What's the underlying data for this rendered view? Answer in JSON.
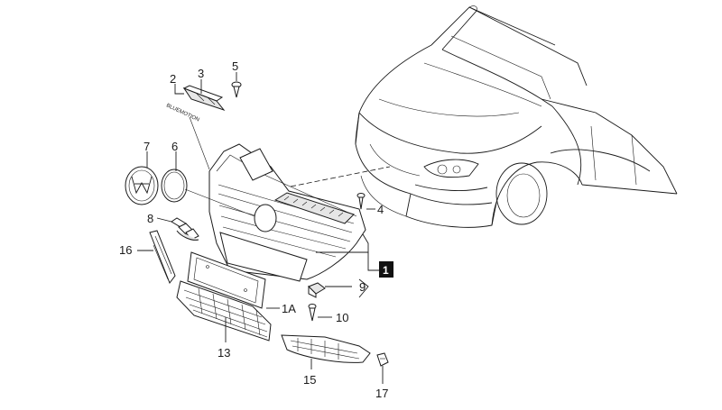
{
  "diagram": {
    "callouts": {
      "p1": "1",
      "p1a": "1A",
      "p2": "2",
      "p3": "3",
      "p4": "4",
      "p5": "5",
      "p6": "6",
      "p7": "7",
      "p8": "8",
      "p9": "9",
      "p10": "10",
      "p13": "13",
      "p15": "15",
      "p16": "16",
      "p17": "17"
    },
    "emblem_text": "BLUEMOTION",
    "colors": {
      "line": "#1a1a1a",
      "badge": "#111111",
      "background": "#ffffff"
    }
  }
}
